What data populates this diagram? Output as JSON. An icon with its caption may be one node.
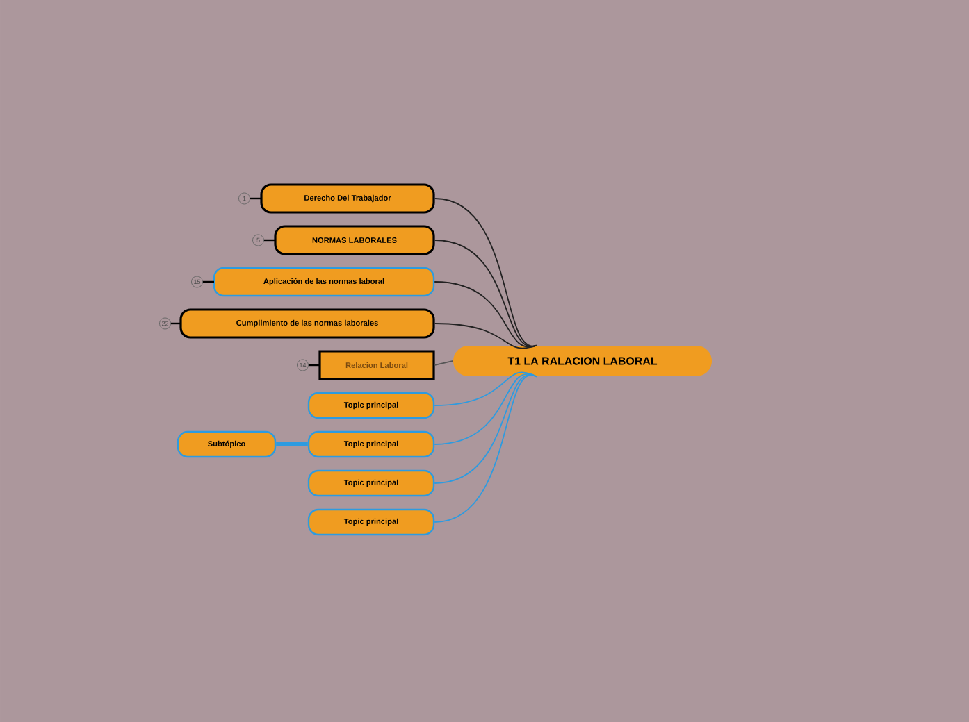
{
  "diagram": {
    "nodes": [
      {
        "text": [
          "T1 LA RALACION LABORAL"
        ]
      },
      {
        "text": [
          "Derecho Del Trabajador"
        ],
        "beside": [
          "1"
        ]
      },
      {
        "text": [
          "NORMAS LABORALES"
        ],
        "beside": [
          "5"
        ]
      },
      {
        "text": [
          "Aplicación de las normas laboral"
        ],
        "beside": [
          "15"
        ]
      },
      {
        "text": [
          "Cumplimiento de las normas laborales"
        ],
        "beside": [
          "22"
        ]
      },
      {
        "text": [
          "Relacion Laboral"
        ],
        "beside": [
          "14"
        ]
      },
      {
        "text": [
          "Topic principal"
        ]
      },
      {
        "text": [
          "Topic principal"
        ]
      },
      {
        "text": [
          "Topic principal"
        ]
      },
      {
        "text": [
          "Topic principal"
        ]
      },
      {
        "text": [
          "Subtópico"
        ]
      }
    ],
    "edges": [
      {
        "from": 0,
        "to": 1,
        "arrow": "none",
        "color": "#222222"
      },
      {
        "from": 0,
        "to": 2,
        "arrow": "none",
        "color": "#222222"
      },
      {
        "from": 0,
        "to": 3,
        "arrow": "none",
        "color": "#222222"
      },
      {
        "from": 0,
        "to": 4,
        "arrow": "none",
        "color": "#222222"
      },
      {
        "from": 0,
        "to": 5,
        "arrow": "none",
        "color": "#555555"
      },
      {
        "from": 0,
        "to": 6,
        "arrow": "none",
        "color": "#2d9be0"
      },
      {
        "from": 0,
        "to": 7,
        "arrow": "none",
        "color": "#2d9be0"
      },
      {
        "from": 0,
        "to": 8,
        "arrow": "none",
        "color": "#2d9be0"
      },
      {
        "from": 0,
        "to": 9,
        "arrow": "none",
        "color": "#2d9be0"
      },
      {
        "from": 7,
        "to": 10,
        "arrow": "none",
        "style": "thick",
        "color": "#2d9be0"
      }
    ]
  }
}
